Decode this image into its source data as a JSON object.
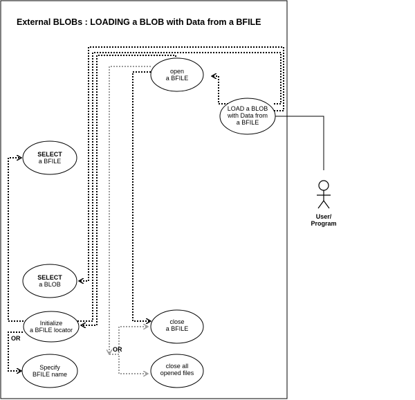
{
  "title": "External BLOBs : LOADING a BLOB with Data from a BFILE",
  "use_cases": {
    "open_bfile": [
      "open",
      "a BFILE"
    ],
    "load_blob": [
      "LOAD a BLOB",
      "with Data from",
      "a BFILE"
    ],
    "select_bfile": [
      "SELECT",
      "a BFILE"
    ],
    "select_blob": [
      "SELECT",
      "a BLOB"
    ],
    "init_locator": [
      "Initialize",
      "a BFILE locator"
    ],
    "close_bfile": [
      "close",
      "a BFILE"
    ],
    "specify_name": [
      "Specify",
      "BFILE name"
    ],
    "close_all": [
      "close all",
      "opened files"
    ]
  },
  "actor": {
    "label_line1": "User/",
    "label_line2": "Program"
  },
  "or_labels": {
    "left": "OR",
    "middle": "OR"
  },
  "colors": {
    "required_edge": "#000000",
    "optional_edge": "#9a9a9a"
  }
}
